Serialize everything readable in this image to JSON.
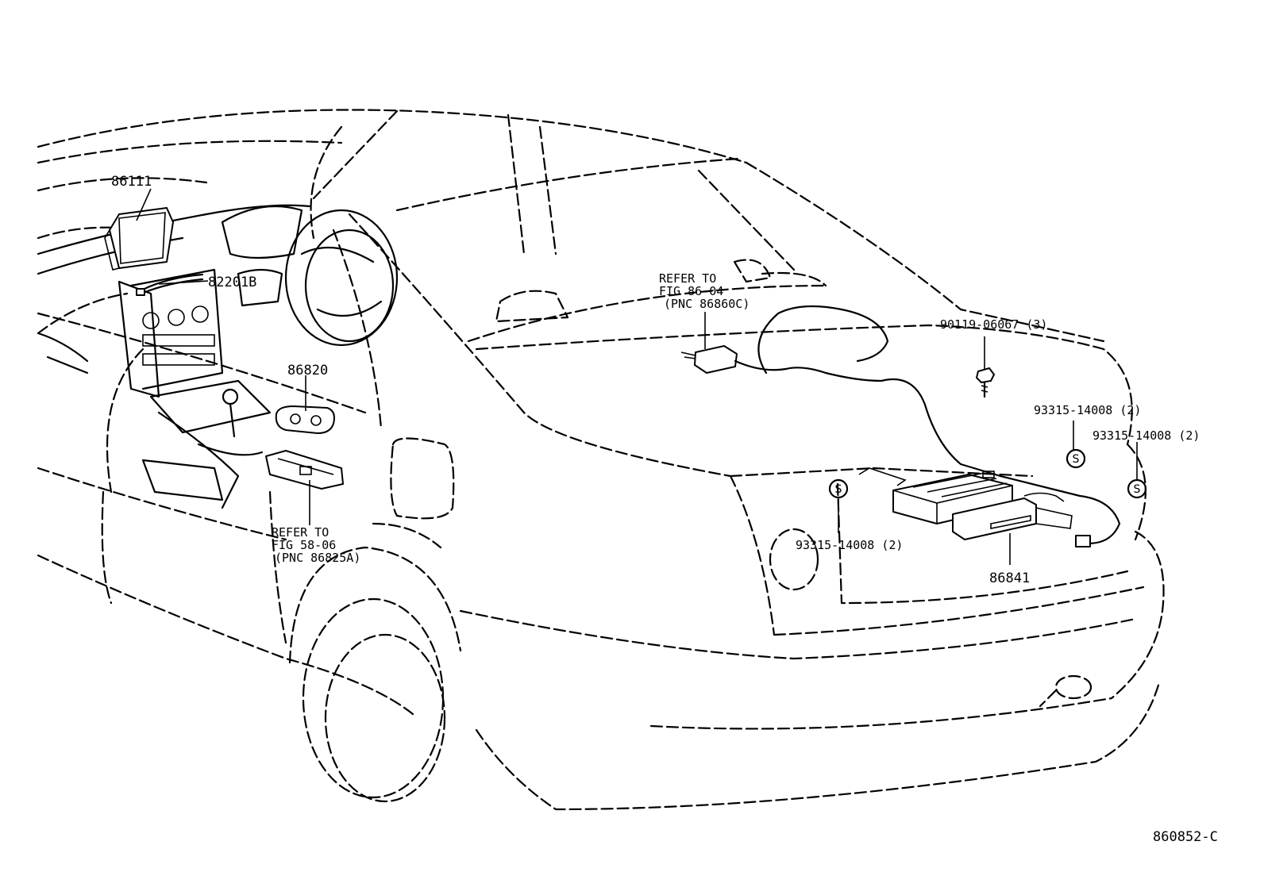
{
  "labels": {
    "p86111": "86111",
    "p82201b": "82201B",
    "p86820": "86820",
    "ref_86_04_l1": "REFER TO",
    "ref_86_04_l2": "FIG 86-04",
    "ref_86_04_l3": "(PNC 86860C)",
    "p90119": "90119-06067 (3)",
    "p93315_a": "93315-14008 (2)",
    "p93315_b": "93315-14008 (2)",
    "p93315_c": "93315-14008 (2)",
    "ref_58_06_l1": "REFER TO",
    "ref_58_06_l2": "FIG 58-06",
    "ref_58_06_l3": "(PNC 86825A)",
    "p86841": "86841",
    "figure_code": "860852-C"
  },
  "symbols": {
    "screw_mark": "S"
  },
  "icons": {
    "navigation_display": "display-unit-icon",
    "bolt": "bolt-icon",
    "antenna_amplifier": "antenna-module-icon",
    "navigation_ecu": "navigation-computer-icon"
  }
}
